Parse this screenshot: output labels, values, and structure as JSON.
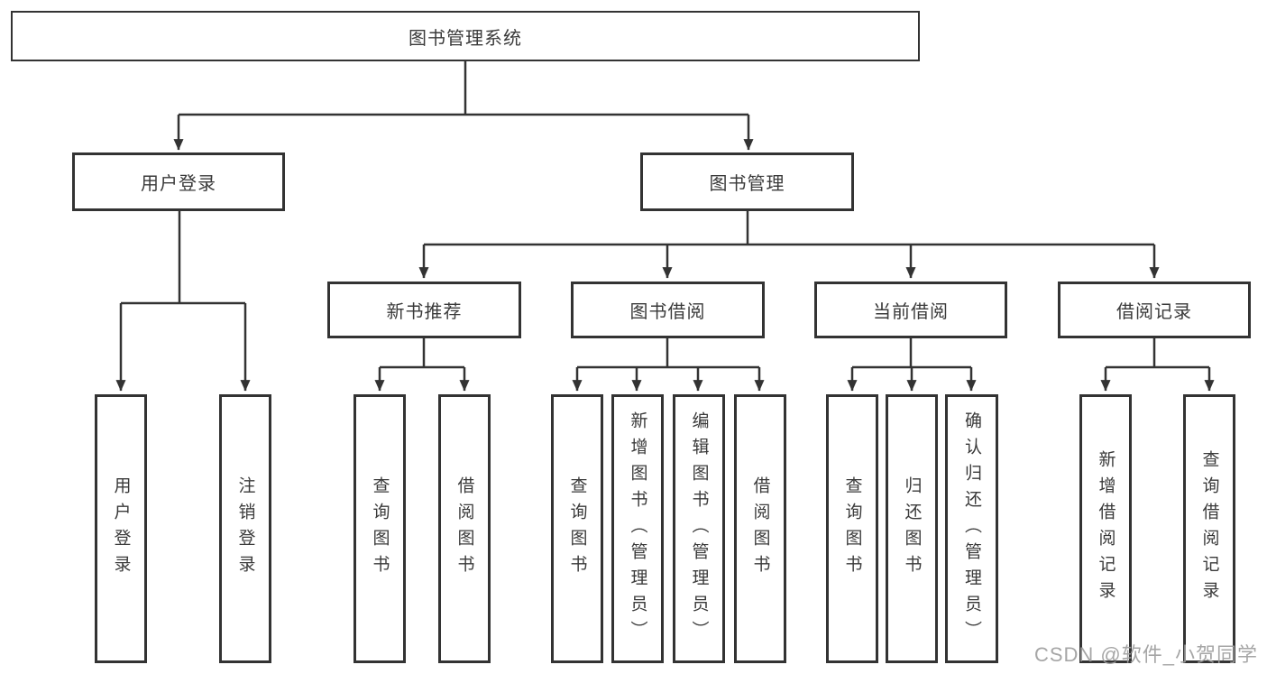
{
  "page": {
    "background_color": "#ffffff",
    "line_color": "#333333",
    "text_color": "#3a3a3a"
  },
  "watermark": {
    "text": "CSDN @软件_小贺同学",
    "color": "#9e9e9e"
  },
  "tree": {
    "root": "图书管理系统",
    "branches": [
      {
        "label": "用户登录",
        "children": [
          "用户登录",
          "注销登录"
        ]
      },
      {
        "label": "图书管理",
        "groups": [
          {
            "label": "新书推荐",
            "children": [
              "查询图书",
              "借阅图书"
            ]
          },
          {
            "label": "图书借阅",
            "children": [
              "查询图书",
              "新增图书（管理员）",
              "编辑图书（管理员）",
              "借阅图书"
            ]
          },
          {
            "label": "当前借阅",
            "children": [
              "查询图书",
              "归还图书",
              "确认归还（管理员）"
            ]
          },
          {
            "label": "借阅记录",
            "children": [
              "新增借阅记录",
              "查询借阅记录"
            ]
          }
        ]
      }
    ]
  }
}
